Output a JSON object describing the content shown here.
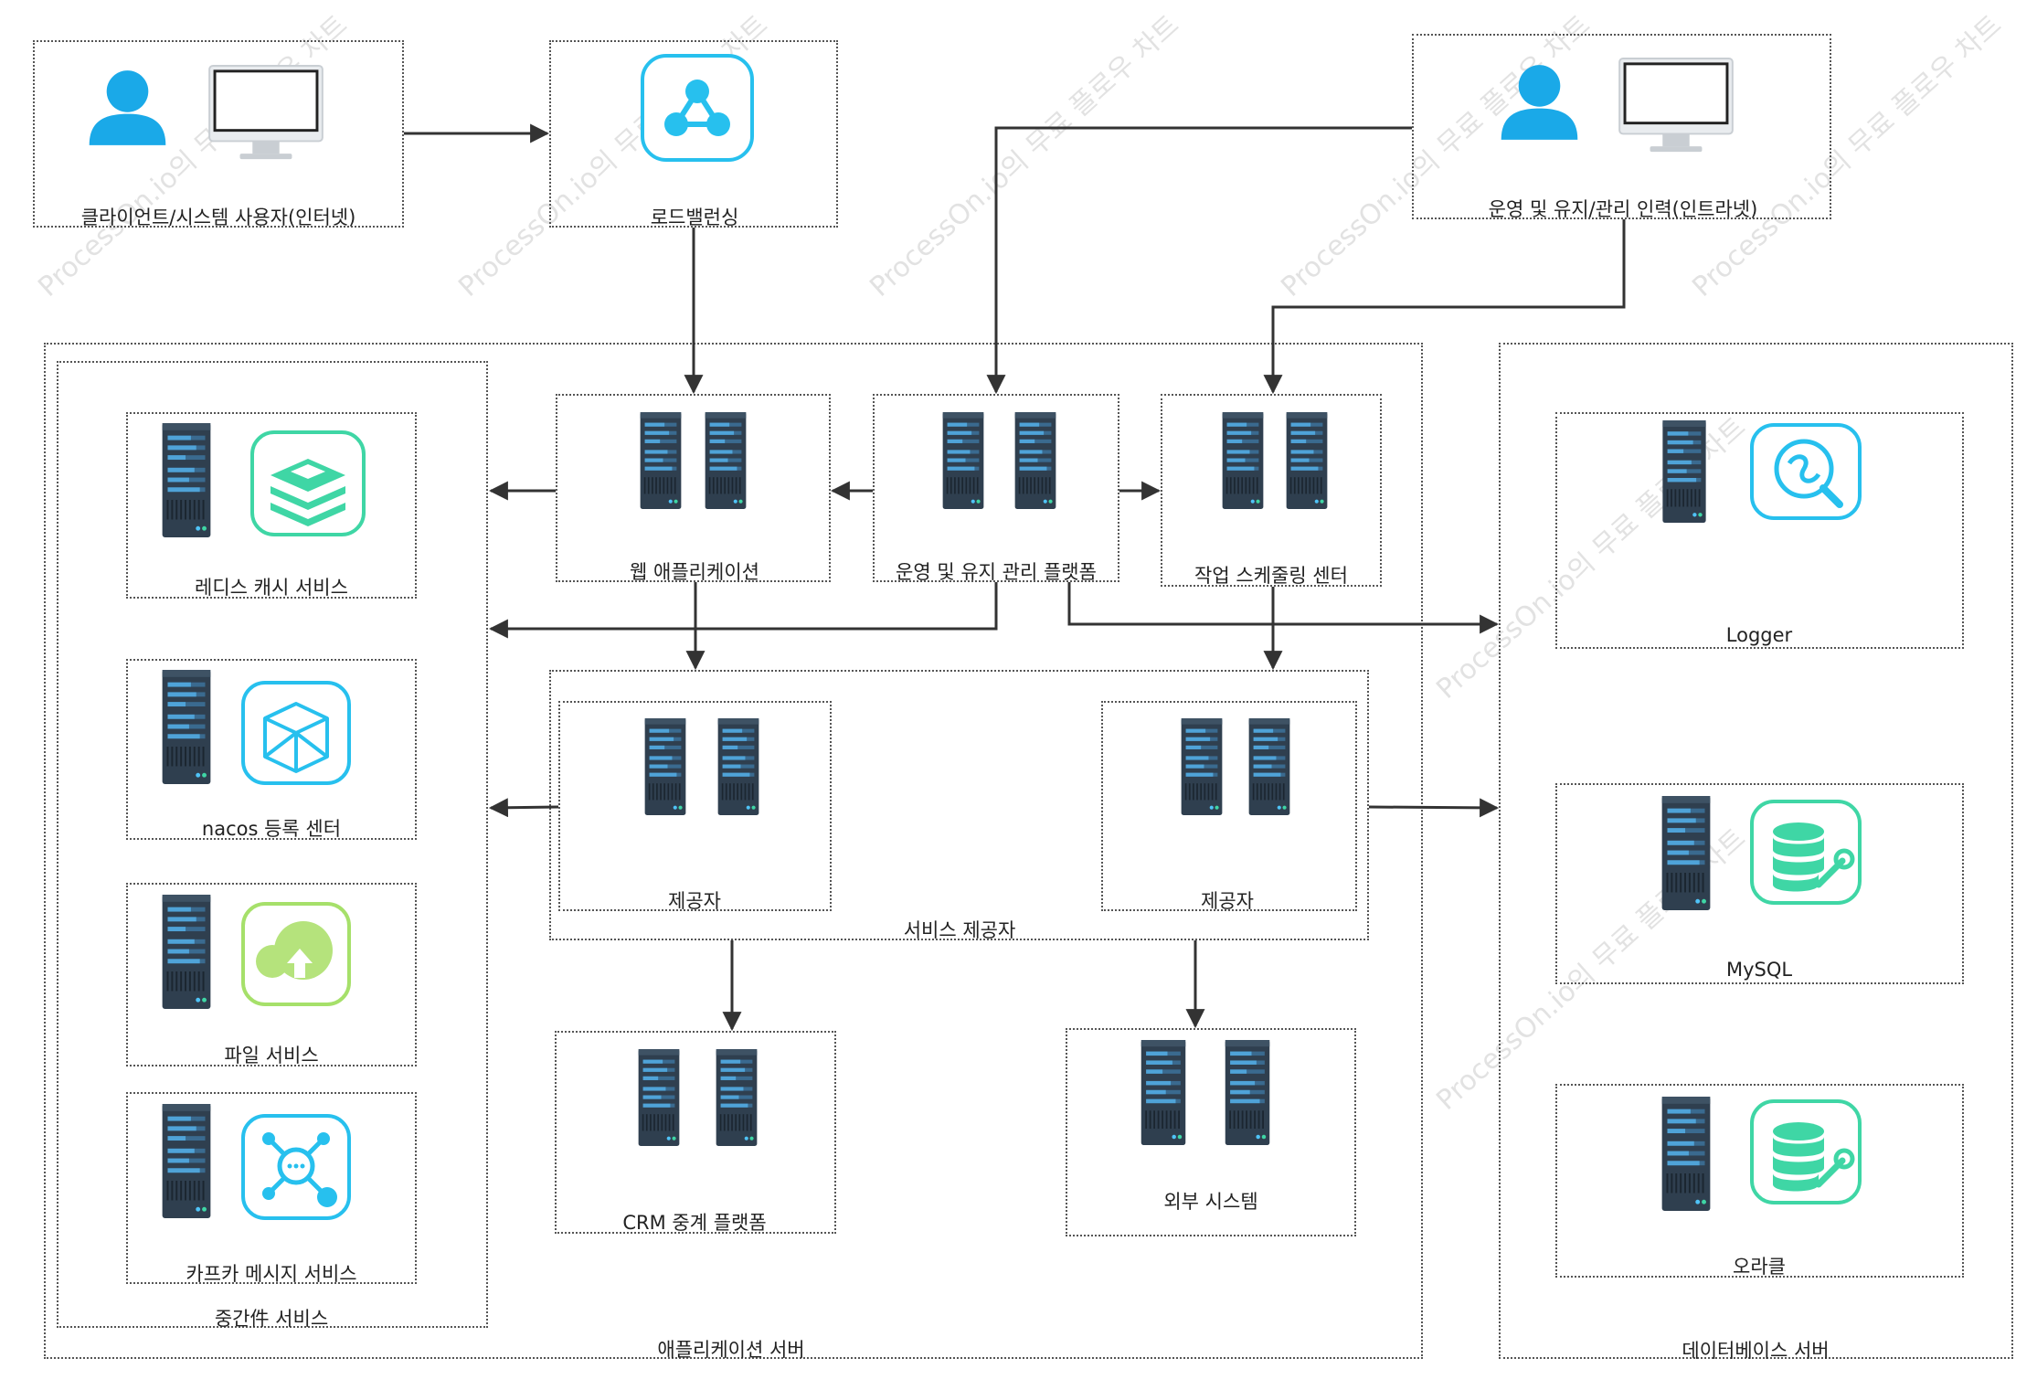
{
  "colors": {
    "accent_blue": "#1aa9e8",
    "accent_cyan": "#27c0ee",
    "accent_green": "#3fd6a5",
    "accent_lime": "#a6e06a",
    "server": "#2f3f4f",
    "line": "#333333"
  },
  "nodes": {
    "client_user": "클라이언트/시스템 사용자(인터넷)",
    "load_balancer": "로드밸런싱",
    "ops_user": "운영 및 유지/관리 인력(인트라넷)",
    "web_app": "웹 애플리케이션",
    "ops_platform": "운영 및 유지 관리 플랫폼",
    "scheduler": "작업 스케줄링 센터",
    "redis": "레디스 캐시 서비스",
    "nacos": "nacos 등록 센터",
    "file_service": "파일 서비스",
    "kafka": "카프카 메시지 서비스",
    "middleware_group": "중간件 서비스",
    "provider_1": "제공자",
    "provider_2": "제공자",
    "service_provider_group": "서비스 제공자",
    "crm": "CRM 중계 플랫폼",
    "external": "외부 시스템",
    "app_server_group": "애플리케이션 서버",
    "logger": "Logger",
    "mysql": "MySQL",
    "oracle": "오라클",
    "db_server_group": "데이터베이스 서버"
  },
  "icons": {
    "user": "user-icon",
    "monitor": "monitor-icon",
    "load_balancer": "share-network-icon",
    "server": "server-rack-icon",
    "redis": "redis-stack-icon",
    "nacos": "cube-icon",
    "file": "cloud-upload-icon",
    "kafka": "message-hub-icon",
    "logger": "log-search-icon",
    "database": "database-settings-icon"
  },
  "watermark": "ProcessOn.io의 무료 플로우 차트"
}
